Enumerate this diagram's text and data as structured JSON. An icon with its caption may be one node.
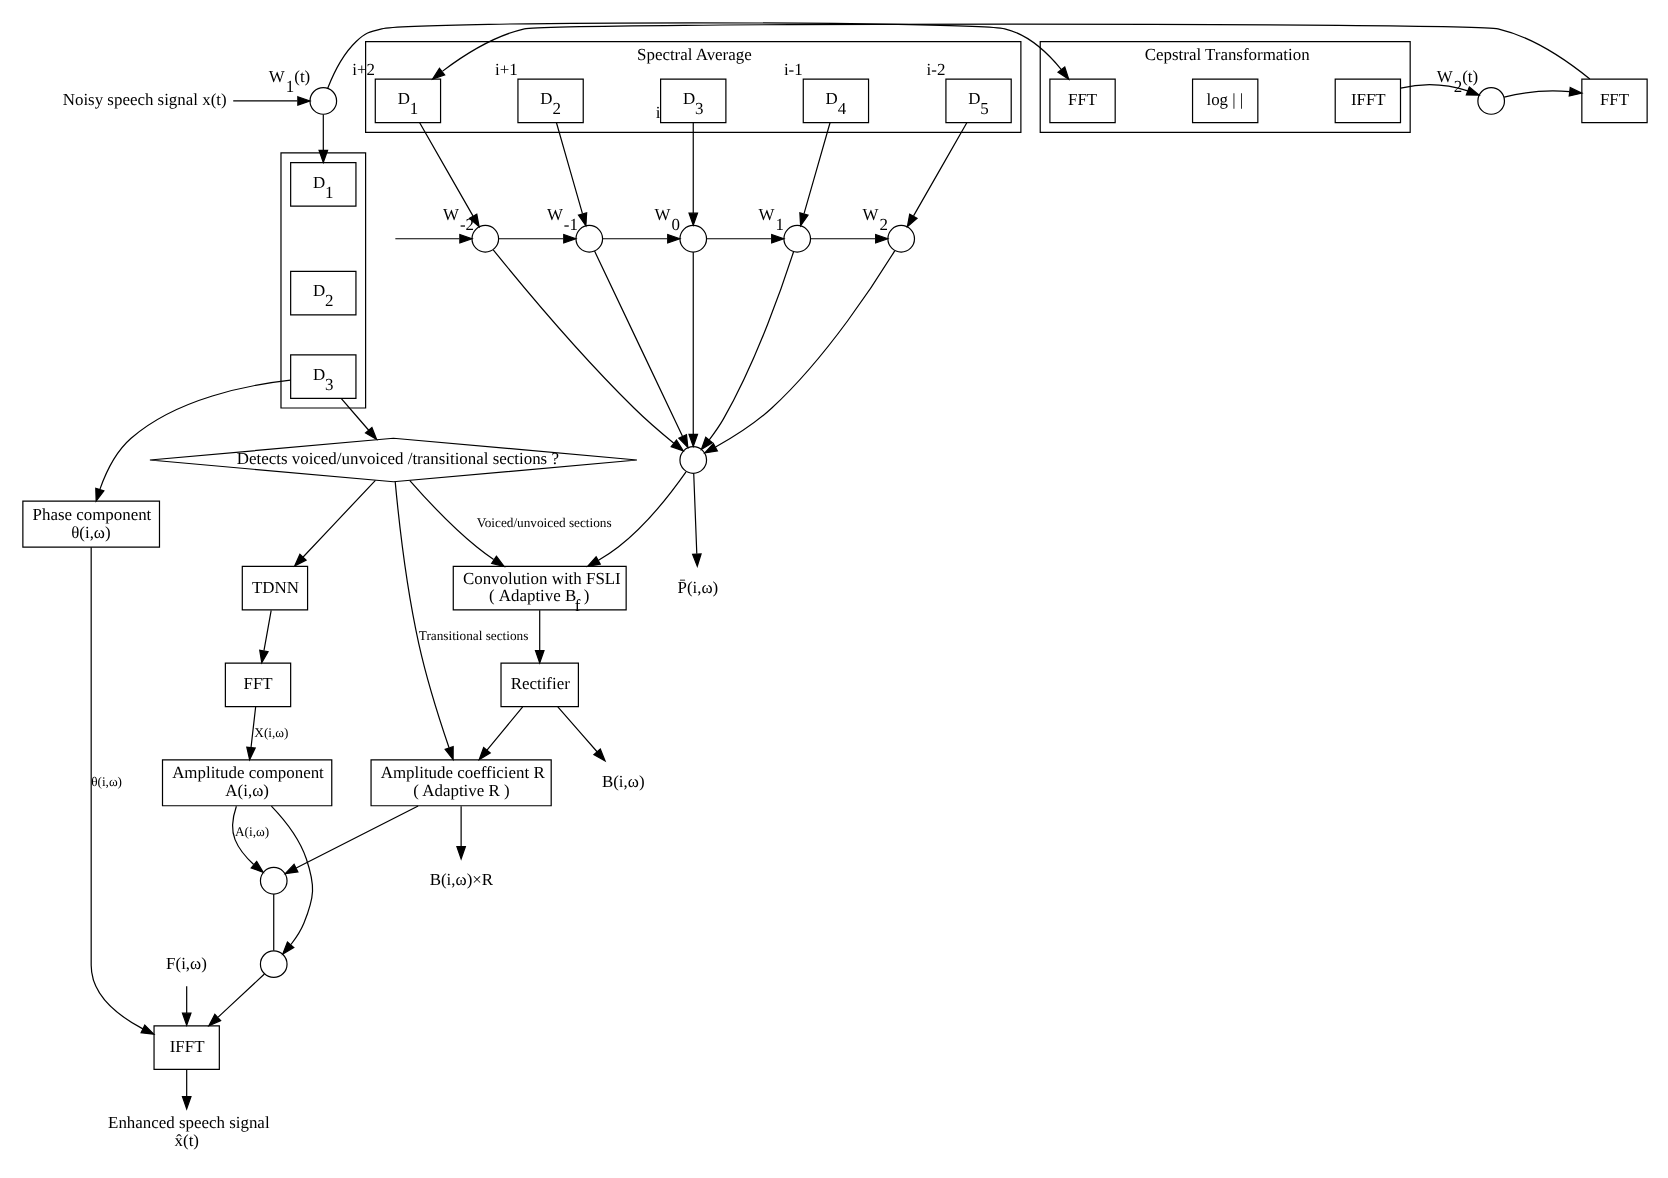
{
  "diagram": {
    "nodes": [
      {
        "text": [
          "Noisy speech signal x(t)"
        ]
      },
      {
        "text": [],
        "shape": "circle",
        "beside": [
          "W$_{1}$(t)"
        ]
      },
      {
        "text": [
          "Cepstral Transformation"
        ]
      },
      {
        "text": [
          "FFT"
        ],
        "in": 2
      },
      {
        "text": [
          "log | |"
        ],
        "in": 2
      },
      {
        "text": [
          "IFFT"
        ],
        "in": 2
      },
      {
        "text": [],
        "shape": "circle",
        "beside": [
          "W$_{2}$(t)"
        ]
      },
      {
        "text": [
          "FFT"
        ]
      },
      {
        "text": [],
        "shape": "box"
      },
      {
        "text": [
          "D$_{1}$"
        ],
        "in": 8
      },
      {
        "text": [
          "D$_{2}$"
        ],
        "in": 8
      },
      {
        "text": [
          "D$_{3}$"
        ],
        "in": 8
      },
      {
        "text": [
          "Spectral Average"
        ]
      },
      {
        "text": [
          "D$_{1}$"
        ],
        "in": 12,
        "beside": [
          "i+2"
        ]
      },
      {
        "text": [
          "D$_{2}$"
        ],
        "in": 12,
        "beside": [
          "i+1"
        ]
      },
      {
        "text": [
          "D$_{3}$"
        ],
        "in": 12,
        "beside": [
          "i"
        ]
      },
      {
        "text": [
          "D$_{4}$"
        ],
        "in": 12,
        "beside": [
          "i-1"
        ]
      },
      {
        "text": [
          "D$_{5}$"
        ],
        "in": 12,
        "beside": [
          "i-2"
        ]
      },
      {
        "text": [],
        "shape": "circle",
        "beside": [
          "W$_{-2}$"
        ]
      },
      {
        "text": [],
        "shape": "circle",
        "beside": [
          "W$_{-1}$"
        ]
      },
      {
        "text": [],
        "shape": "circle",
        "beside": [
          "W$_{0}$"
        ]
      },
      {
        "text": [],
        "shape": "circle",
        "beside": [
          "W$_{1}$"
        ]
      },
      {
        "text": [],
        "shape": "circle",
        "beside": [
          "W$_{2}$"
        ]
      },
      {
        "text": [],
        "shape": "circle"
      },
      {
        "text": [
          "P̄(i,ω)"
        ]
      },
      {
        "text": [
          "Detects voiced/unvoiced /transitional sections ?"
        ]
      },
      {
        "text": [
          "TDNN"
        ]
      },
      {
        "text": [
          "FFT"
        ]
      },
      {
        "text": [
          "Amplitude component",
          "A(i,ω)"
        ]
      },
      {
        "text": [
          "Phase component",
          "θ(i,ω)"
        ]
      },
      {
        "text": [
          "F(i,ω)"
        ]
      },
      {
        "text": [],
        "shape": "circle"
      },
      {
        "text": [],
        "shape": "circle"
      },
      {
        "text": [
          "IFFT"
        ]
      },
      {
        "text": [
          "Enhanced speech signal",
          "x̂(t)"
        ]
      },
      {
        "text": [
          "Convolution with FSLI",
          "( Adaptive B$_{f}$ )"
        ]
      },
      {
        "text": [
          "Rectifier"
        ]
      },
      {
        "text": [
          "B(i,ω)"
        ]
      },
      {
        "text": [
          "Amplitude coefficient R",
          "( Adaptive R )"
        ]
      },
      {
        "text": [
          "B(i,ω)×R"
        ]
      }
    ],
    "edges": [
      {
        "from": 0,
        "to": 1,
        "arrow": "to"
      },
      {
        "from": 1,
        "to": 3,
        "arrow": "to"
      },
      {
        "from": 1,
        "to": 9,
        "arrow": "to"
      },
      {
        "from": 5,
        "to": 6,
        "arrow": "to"
      },
      {
        "from": 6,
        "to": 7,
        "arrow": "to"
      },
      {
        "from": 7,
        "to": 13,
        "arrow": "to"
      },
      {
        "from": 13,
        "to": 18,
        "arrow": "to"
      },
      {
        "from": 14,
        "to": 19,
        "arrow": "to"
      },
      {
        "from": 15,
        "to": 20,
        "arrow": "to"
      },
      {
        "from": 16,
        "to": 21,
        "arrow": "to"
      },
      {
        "from": 17,
        "to": 22,
        "arrow": "to"
      },
      {
        "from": null,
        "to": 18,
        "arrow": "to"
      },
      {
        "from": 18,
        "to": 19,
        "arrow": "to"
      },
      {
        "from": 19,
        "to": 20,
        "arrow": "to"
      },
      {
        "from": 20,
        "to": 21,
        "arrow": "to"
      },
      {
        "from": 21,
        "to": 22,
        "arrow": "to"
      },
      {
        "from": 18,
        "to": 23,
        "arrow": "to"
      },
      {
        "from": 19,
        "to": 23,
        "arrow": "to"
      },
      {
        "from": 20,
        "to": 23,
        "arrow": "to"
      },
      {
        "from": 21,
        "to": 23,
        "arrow": "to"
      },
      {
        "from": 22,
        "to": 23,
        "arrow": "to"
      },
      {
        "from": 23,
        "to": 24,
        "arrow": "to"
      },
      {
        "from": 23,
        "to": 35,
        "arrow": "to"
      },
      {
        "from": 11,
        "to": 25,
        "arrow": "to"
      },
      {
        "from": 11,
        "to": 29,
        "arrow": "to"
      },
      {
        "from": 25,
        "to": 35,
        "arrow": "to",
        "label": "Voiced/unvoiced sections"
      },
      {
        "from": 25,
        "to": 38,
        "arrow": "to",
        "label": "Transitional sections"
      },
      {
        "from": 25,
        "to": 26,
        "arrow": "to"
      },
      {
        "from": 26,
        "to": 27,
        "arrow": "to"
      },
      {
        "from": 27,
        "to": 28,
        "arrow": "to",
        "label": "X(i,ω)"
      },
      {
        "from": 29,
        "to": 33,
        "arrow": "to",
        "label": "θ(i,ω)"
      },
      {
        "from": 28,
        "to": 31,
        "arrow": "to"
      },
      {
        "from": 28,
        "to": 32,
        "arrow": "to",
        "label": "A(i,ω)"
      },
      {
        "from": 30,
        "to": 33,
        "arrow": "to"
      },
      {
        "from": 32,
        "to": 31,
        "arrow": "none"
      },
      {
        "from": 31,
        "to": 33,
        "arrow": "to"
      },
      {
        "from": 33,
        "to": 34,
        "arrow": "to"
      },
      {
        "from": 35,
        "to": 36,
        "arrow": "to"
      },
      {
        "from": 36,
        "to": 37,
        "arrow": "to"
      },
      {
        "from": 36,
        "to": 38,
        "arrow": "to"
      },
      {
        "from": 38,
        "to": 32,
        "arrow": "to"
      },
      {
        "from": 38,
        "to": 39,
        "arrow": "to"
      }
    ]
  }
}
